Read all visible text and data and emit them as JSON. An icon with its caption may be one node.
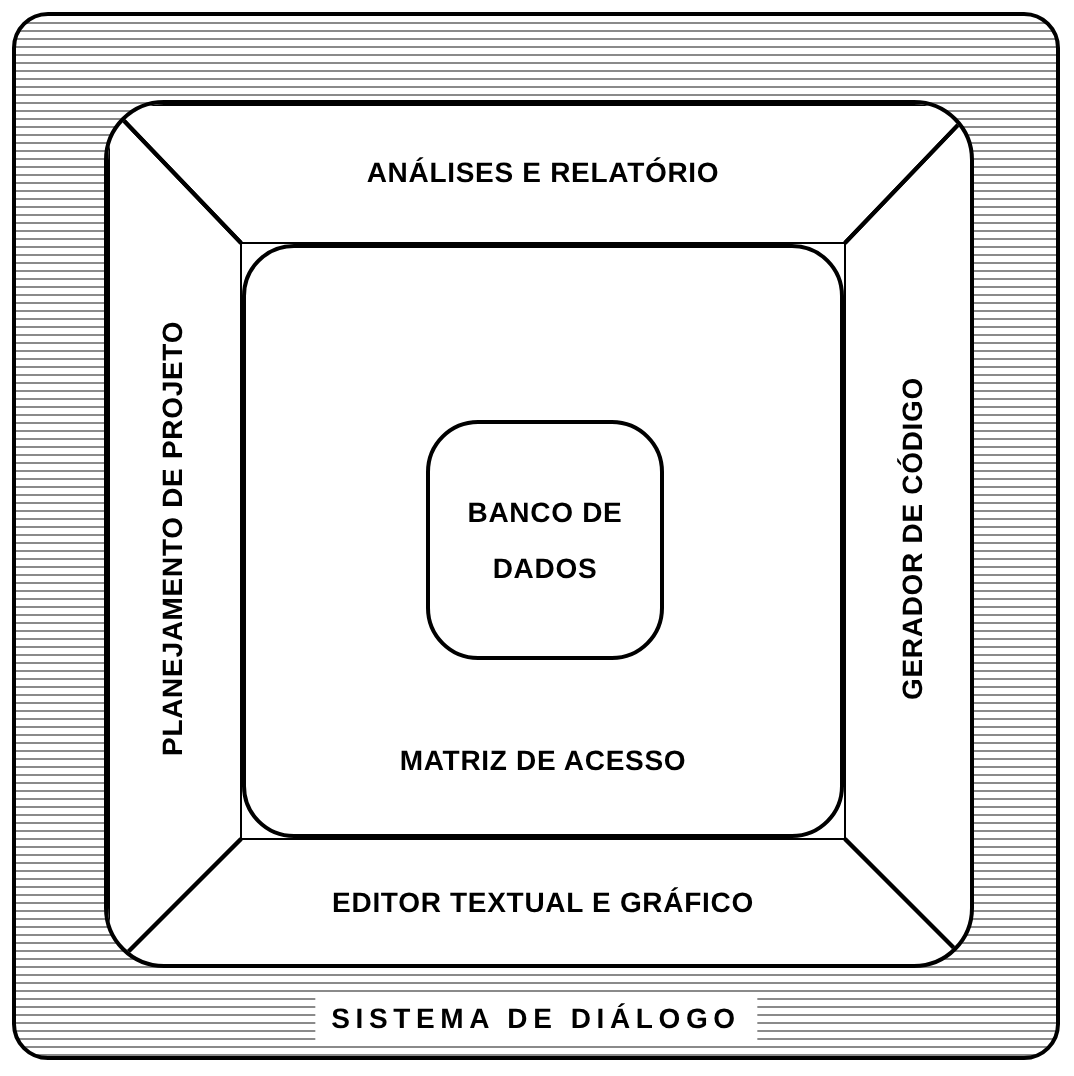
{
  "diagram": {
    "nodes": [
      {
        "text": [
          "SISTEMA DE DIÁLOGO"
        ]
      },
      {
        "text": [],
        "shape": "box",
        "in": 0
      },
      {
        "text": [
          "ANÁLISES E RELATÓRIO"
        ],
        "in": 1
      },
      {
        "text": [
          "PLANEJAMENTO DE PROJETO"
        ],
        "in": 1
      },
      {
        "text": [
          "MATRIZ DE ACESSO"
        ],
        "in": 1
      },
      {
        "text": [
          "BANCO DE DADOS"
        ],
        "in": 4
      },
      {
        "text": [
          "GERADOR DE CÓDIGO"
        ],
        "in": 1
      },
      {
        "text": [
          "EDITOR TEXTUAL E GRÁFICO"
        ],
        "in": 1
      }
    ]
  }
}
